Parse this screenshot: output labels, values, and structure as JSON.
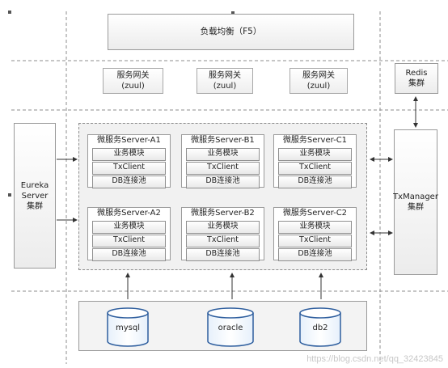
{
  "load_balancer": {
    "label": "负载均衡（F5）"
  },
  "gateways": [
    {
      "line1": "服务网关",
      "line2": "(zuul)"
    },
    {
      "line1": "服务网关",
      "line2": "(zuul)"
    },
    {
      "line1": "服务网关",
      "line2": "(zuul)"
    }
  ],
  "redis": {
    "line1": "Redis",
    "line2": "集群"
  },
  "eureka": {
    "line1": "Eureka",
    "line2": "Server",
    "line3": "集群"
  },
  "txmanager": {
    "line1": "TxManager",
    "line2": "集群"
  },
  "services": [
    {
      "title": "微服务Server-A1",
      "module": "业务模块",
      "client": "TxClient",
      "pool": "DB连接池"
    },
    {
      "title": "微服务Server-B1",
      "module": "业务模块",
      "client": "TxClient",
      "pool": "DB连接池"
    },
    {
      "title": "微服务Server-C1",
      "module": "业务模块",
      "client": "TxClient",
      "pool": "DB连接池"
    },
    {
      "title": "微服务Server-A2",
      "module": "业务模块",
      "client": "TxClient",
      "pool": "DB连接池"
    },
    {
      "title": "微服务Server-B2",
      "module": "业务模块",
      "client": "TxClient",
      "pool": "DB连接池"
    },
    {
      "title": "微服务Server-C2",
      "module": "业务模块",
      "client": "TxClient",
      "pool": "DB连接池"
    }
  ],
  "databases": [
    {
      "label": "mysql"
    },
    {
      "label": "oracle"
    },
    {
      "label": "db2"
    }
  ],
  "watermark": "https://blog.csdn.net/qq_32423845"
}
